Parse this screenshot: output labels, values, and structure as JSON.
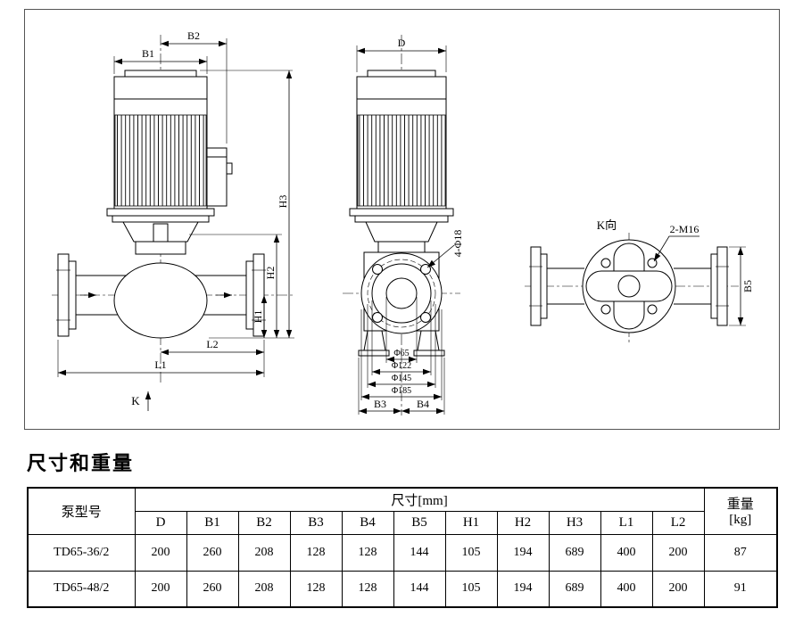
{
  "section_title": "尺寸和重量",
  "colors": {
    "ink": "#000000",
    "background": "#ffffff"
  },
  "drawing": {
    "front": {
      "b2": "B2",
      "b1": "B1",
      "h3": "H3",
      "h2": "H2",
      "h1": "H1",
      "l2": "L2",
      "l1": "L1",
      "k": "K"
    },
    "side": {
      "d": "D",
      "bolt_holes": "4-Φ18",
      "phi65": "Φ65",
      "phi122": "Φ122",
      "phi145": "Φ145",
      "phi185": "Φ185",
      "b3": "B3",
      "b4": "B4"
    },
    "kview": {
      "label": "K向",
      "tapped_holes": "2-M16",
      "b5": "B5"
    }
  },
  "table": {
    "model_header": "泵型号",
    "dims_header": "尺寸[mm]",
    "weight_header": "重量",
    "weight_unit": "[kg]",
    "dim_cols": [
      "D",
      "B1",
      "B2",
      "B3",
      "B4",
      "B5",
      "H1",
      "H2",
      "H3",
      "L1",
      "L2"
    ],
    "rows": [
      {
        "model": "TD65-36/2",
        "values": [
          "200",
          "260",
          "208",
          "128",
          "128",
          "144",
          "105",
          "194",
          "689",
          "400",
          "200"
        ],
        "weight": "87"
      },
      {
        "model": "TD65-48/2",
        "values": [
          "200",
          "260",
          "208",
          "128",
          "128",
          "144",
          "105",
          "194",
          "689",
          "400",
          "200"
        ],
        "weight": "91"
      }
    ]
  }
}
